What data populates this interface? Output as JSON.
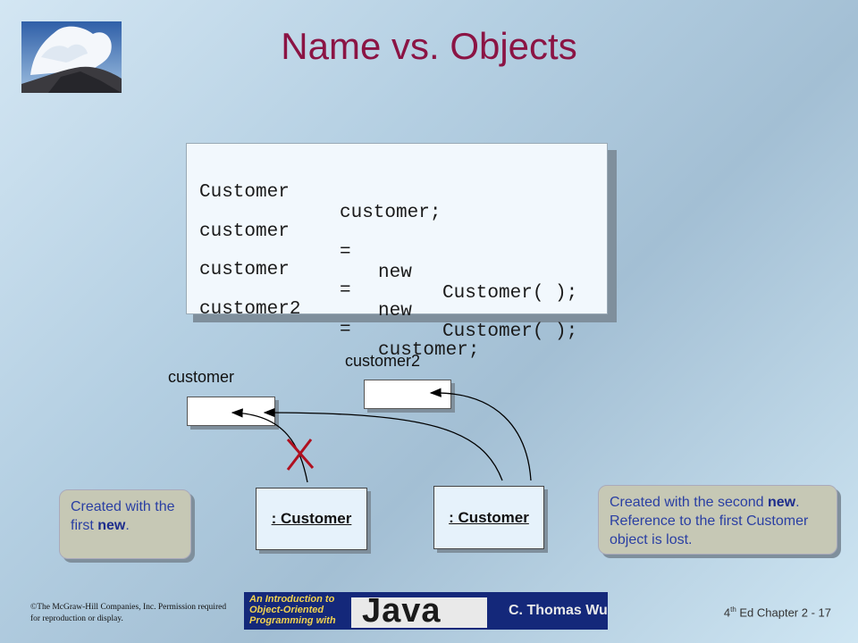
{
  "slide": {
    "title": "Name vs. Objects"
  },
  "code": [
    [
      "Customer",
      "customer;",
      "",
      ""
    ],
    [
      "customer",
      "=",
      "new",
      "Customer( );"
    ],
    [
      "customer",
      "=",
      "new",
      "Customer( );"
    ],
    [
      "customer2",
      "=",
      "customer;",
      ""
    ]
  ],
  "diagram": {
    "var1_label": "customer",
    "var2_label": "customer2",
    "object1_label": ": Customer",
    "object2_label": ": Customer",
    "cross_color": "#b01020",
    "arrow_color": "#000000"
  },
  "callouts": {
    "first_prefix": "Created with the first ",
    "first_bold": "new",
    "first_suffix": ".",
    "second_prefix": "Created with the second ",
    "second_bold": "new",
    "second_suffix": ". Reference to the first Customer object is lost."
  },
  "footer": {
    "copyright": "©The McGraw-Hill Companies, Inc. Permission required for reproduction or display.",
    "edition_num": "4",
    "edition_sup": "th",
    "edition_rest": " Ed Chapter 2 - 17"
  },
  "banner": {
    "line1": "An Introduction to",
    "line2": "Object-Oriented",
    "line3": "Programming with",
    "java": "Java",
    "author": "C. Thomas Wu"
  },
  "colors": {
    "title": "#8b1444",
    "callout_text": "#2a3fa3",
    "callout_bg": "#c6c8b5"
  }
}
